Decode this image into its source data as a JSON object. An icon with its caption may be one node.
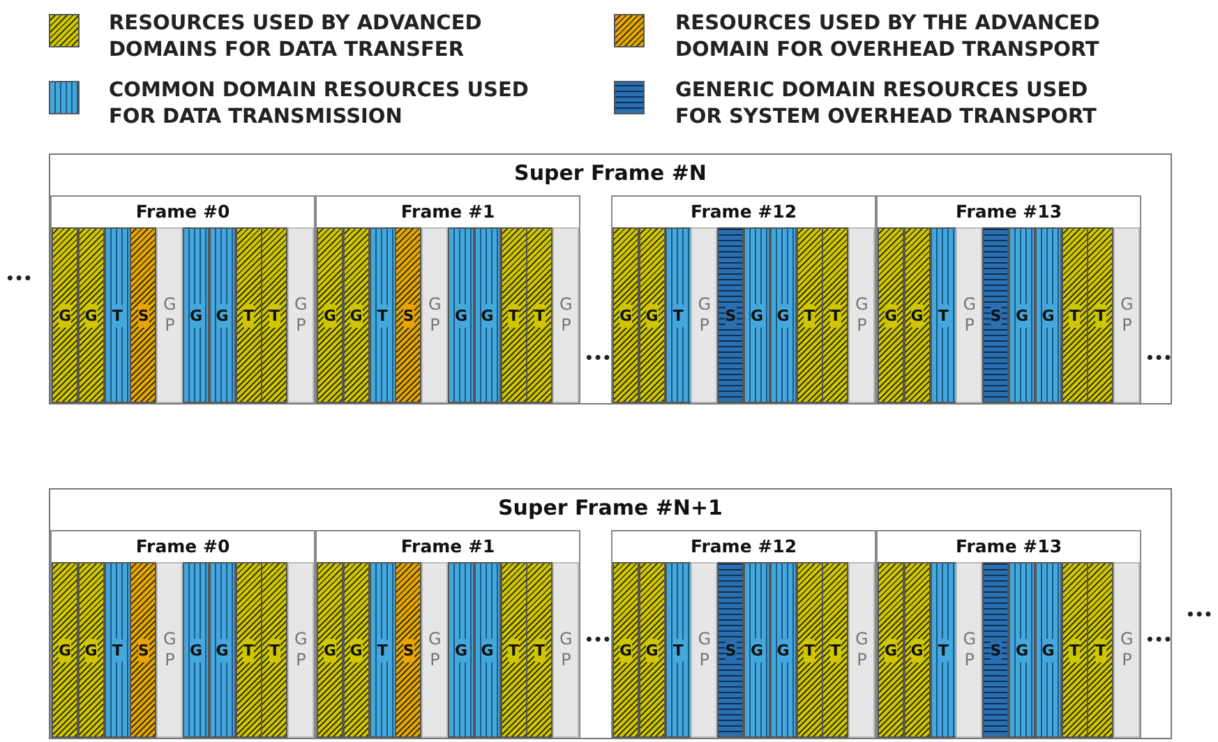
{
  "diagram": {
    "nodes": [
      {
        "text": [
          "Super Frame #N"
        ]
      },
      {
        "text": [
          "Frame #0"
        ],
        "in": 0
      },
      {
        "text": [
          "G"
        ],
        "in": 1
      },
      {
        "text": [
          "G"
        ],
        "in": 1
      },
      {
        "text": [
          "T"
        ],
        "in": 1
      },
      {
        "text": [
          "S"
        ],
        "in": 1
      },
      {
        "text": [
          "G P"
        ],
        "in": 1
      },
      {
        "text": [
          "G"
        ],
        "in": 1
      },
      {
        "text": [
          "G"
        ],
        "in": 1
      },
      {
        "text": [
          "T"
        ],
        "in": 1
      },
      {
        "text": [
          "T"
        ],
        "in": 1
      },
      {
        "text": [
          "G P"
        ],
        "in": 1
      },
      {
        "text": [
          "Frame #1"
        ],
        "in": 0
      },
      {
        "text": [
          "G"
        ],
        "in": 12
      },
      {
        "text": [
          "G"
        ],
        "in": 12
      },
      {
        "text": [
          "T"
        ],
        "in": 12
      },
      {
        "text": [
          "S"
        ],
        "in": 12
      },
      {
        "text": [
          "G P"
        ],
        "in": 12
      },
      {
        "text": [
          "G"
        ],
        "in": 12
      },
      {
        "text": [
          "G"
        ],
        "in": 12
      },
      {
        "text": [
          "T"
        ],
        "in": 12
      },
      {
        "text": [
          "T"
        ],
        "in": 12
      },
      {
        "text": [
          "G P"
        ],
        "in": 12
      },
      {
        "text": [
          "Frame #12"
        ],
        "in": 0
      },
      {
        "text": [
          "G"
        ],
        "in": 23
      },
      {
        "text": [
          "G"
        ],
        "in": 23
      },
      {
        "text": [
          "T"
        ],
        "in": 23
      },
      {
        "text": [
          "G P"
        ],
        "in": 23
      },
      {
        "text": [
          "S"
        ],
        "in": 23
      },
      {
        "text": [
          "G"
        ],
        "in": 23
      },
      {
        "text": [
          "G"
        ],
        "in": 23
      },
      {
        "text": [
          "T"
        ],
        "in": 23
      },
      {
        "text": [
          "T"
        ],
        "in": 23
      },
      {
        "text": [
          "G P"
        ],
        "in": 23
      },
      {
        "text": [
          "Frame #13"
        ],
        "in": 0
      },
      {
        "text": [
          "G"
        ],
        "in": 34
      },
      {
        "text": [
          "G"
        ],
        "in": 34
      },
      {
        "text": [
          "T"
        ],
        "in": 34
      },
      {
        "text": [
          "G P"
        ],
        "in": 34
      },
      {
        "text": [
          "S"
        ],
        "in": 34
      },
      {
        "text": [
          "G"
        ],
        "in": 34
      },
      {
        "text": [
          "G"
        ],
        "in": 34
      },
      {
        "text": [
          "T"
        ],
        "in": 34
      },
      {
        "text": [
          "T"
        ],
        "in": 34
      },
      {
        "text": [
          "G P"
        ],
        "in": 34
      },
      {
        "text": [
          "Super Frame #N+1"
        ]
      },
      {
        "text": [
          "Frame #0"
        ],
        "in": 45
      },
      {
        "text": [
          "G"
        ],
        "in": 46
      },
      {
        "text": [
          "G"
        ],
        "in": 46
      },
      {
        "text": [
          "T"
        ],
        "in": 46
      },
      {
        "text": [
          "S"
        ],
        "in": 46
      },
      {
        "text": [
          "G P"
        ],
        "in": 46
      },
      {
        "text": [
          "G"
        ],
        "in": 46
      },
      {
        "text": [
          "G"
        ],
        "in": 46
      },
      {
        "text": [
          "T"
        ],
        "in": 46
      },
      {
        "text": [
          "T"
        ],
        "in": 46
      },
      {
        "text": [
          "G P"
        ],
        "in": 46
      },
      {
        "text": [
          "Frame #1"
        ],
        "in": 45
      },
      {
        "text": [
          "G"
        ],
        "in": 57
      },
      {
        "text": [
          "G"
        ],
        "in": 57
      },
      {
        "text": [
          "T"
        ],
        "in": 57
      },
      {
        "text": [
          "S"
        ],
        "in": 57
      },
      {
        "text": [
          "G P"
        ],
        "in": 57
      },
      {
        "text": [
          "G"
        ],
        "in": 57
      },
      {
        "text": [
          "G"
        ],
        "in": 57
      },
      {
        "text": [
          "T"
        ],
        "in": 57
      },
      {
        "text": [
          "T"
        ],
        "in": 57
      },
      {
        "text": [
          "G P"
        ],
        "in": 57
      },
      {
        "text": [
          "Frame #12"
        ],
        "in": 45
      },
      {
        "text": [
          "G"
        ],
        "in": 68
      },
      {
        "text": [
          "G"
        ],
        "in": 68
      },
      {
        "text": [
          "T"
        ],
        "in": 68
      },
      {
        "text": [
          "G P"
        ],
        "in": 68
      },
      {
        "text": [
          "S"
        ],
        "in": 68
      },
      {
        "text": [
          "G"
        ],
        "in": 68
      },
      {
        "text": [
          "G"
        ],
        "in": 68
      },
      {
        "text": [
          "T"
        ],
        "in": 68
      },
      {
        "text": [
          "T"
        ],
        "in": 68
      },
      {
        "text": [
          "G P"
        ],
        "in": 68
      },
      {
        "text": [
          "Frame #13"
        ],
        "in": 45
      },
      {
        "text": [
          "G"
        ],
        "in": 79
      },
      {
        "text": [
          "G"
        ],
        "in": 79
      },
      {
        "text": [
          "T"
        ],
        "in": 79
      },
      {
        "text": [
          "G P"
        ],
        "in": 79
      },
      {
        "text": [
          "S"
        ],
        "in": 79
      },
      {
        "text": [
          "G"
        ],
        "in": 79
      },
      {
        "text": [
          "G"
        ],
        "in": 79
      },
      {
        "text": [
          "T"
        ],
        "in": 79
      },
      {
        "text": [
          "T"
        ],
        "in": 79
      },
      {
        "text": [
          "G P"
        ],
        "in": 79
      }
    ],
    "labels": [
      "•••",
      "•••",
      "•••",
      "•••",
      "•••",
      "•••"
    ],
    "legend": [
      {
        "text": "RESOURCES USED BY ADVANCED DOMAINS FOR DATA TRANSFER",
        "color": "#cfc600"
      },
      {
        "text": "RESOURCES USED BY THE ADVANCED DOMAIN FOR OVERHEAD TRANSPORT",
        "color": "#e8a400"
      },
      {
        "text": "COMMON DOMAIN RESOURCES USED FOR DATA TRANSMISSION",
        "color": "#45a8dc"
      },
      {
        "text": "GENERIC DOMAIN RESOURCES USED FOR SYSTEM OVERHEAD TRANSPORT",
        "color": "#2a6fb0"
      }
    ]
  }
}
